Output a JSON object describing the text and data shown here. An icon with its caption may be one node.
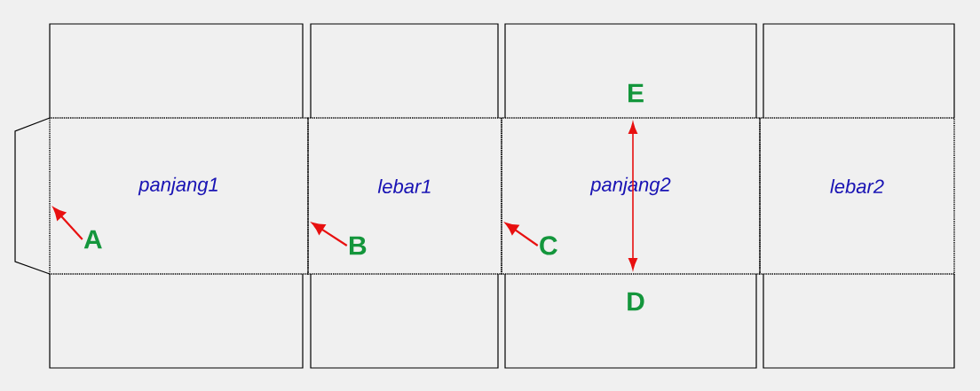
{
  "diagram": {
    "nodes": [
      {
        "text": [],
        "shape": "box"
      },
      {
        "text": [],
        "shape": "box"
      },
      {
        "text": [],
        "shape": "box"
      },
      {
        "text": [],
        "shape": "box"
      },
      {
        "text": [],
        "shape": "trapezoid"
      },
      {
        "text": [
          "panjang1"
        ]
      },
      {
        "text": [
          "A"
        ],
        "in": 5
      },
      {
        "text": [
          "lebar1"
        ]
      },
      {
        "text": [
          "B"
        ],
        "in": 7
      },
      {
        "text": [
          "panjang2"
        ]
      },
      {
        "text": [
          "C"
        ],
        "in": 9
      },
      {
        "text": [
          "lebar2"
        ]
      },
      {
        "text": [],
        "shape": "box"
      },
      {
        "text": [],
        "shape": "box"
      },
      {
        "text": [],
        "shape": "box"
      },
      {
        "text": [],
        "shape": "box"
      }
    ],
    "edges": [
      {
        "from": 6,
        "to": 4,
        "arrow": "to"
      },
      {
        "from": 8,
        "to": 5,
        "arrow": "to"
      },
      {
        "from": 10,
        "to": 7,
        "arrow": "to"
      }
    ],
    "labels": [
      "E",
      "D"
    ]
  }
}
